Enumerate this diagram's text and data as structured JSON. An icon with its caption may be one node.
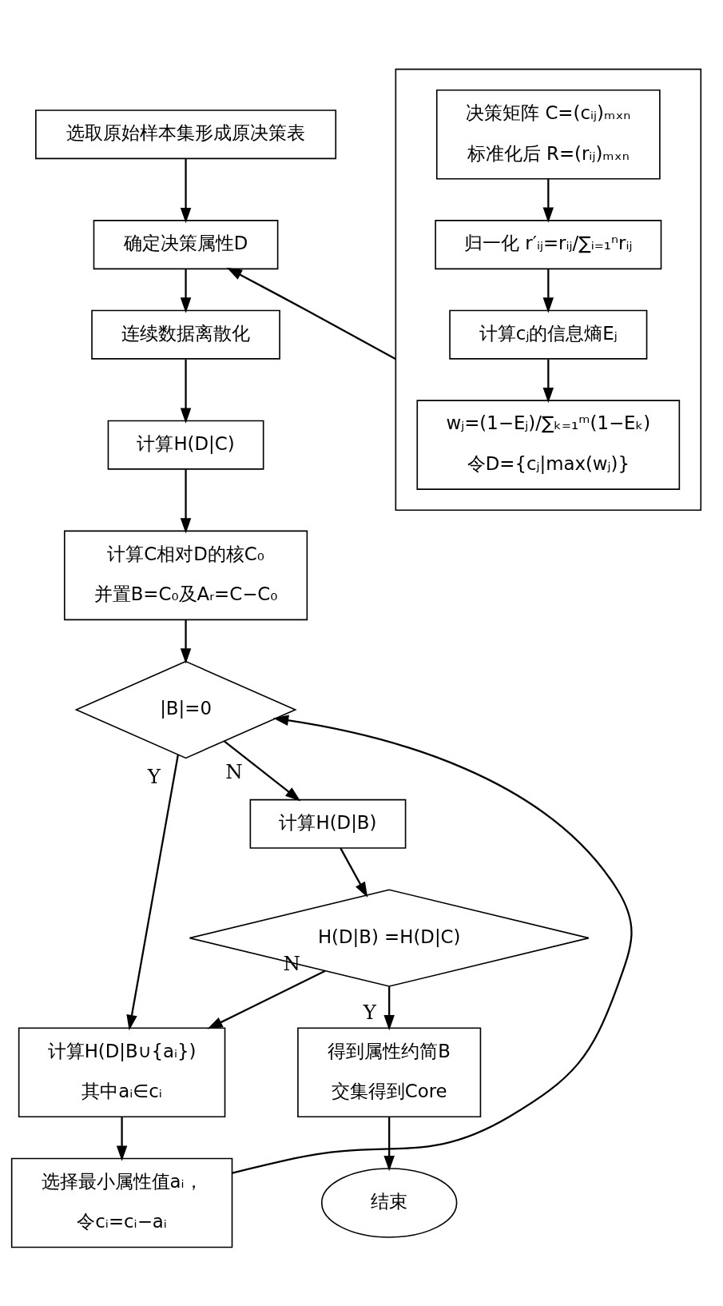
{
  "diagram": {
    "nodes": [
      {
        "text": [
          "选取原始样本集形成原决策表"
        ]
      },
      {
        "text": [
          "确定决策属性D"
        ]
      },
      {
        "text": [
          "连续数据离散化"
        ]
      },
      {
        "text": [
          "计算H(D|C)"
        ]
      },
      {
        "text": [
          "计算C相对D的核C₀",
          "并置B=C₀及Aᵣ=C−C₀"
        ]
      },
      {
        "text": [],
        "shape": "box"
      },
      {
        "text": [
          "决策矩阵 C=(cᵢⱼ)ₘₓₙ",
          "标准化后 R=(rᵢⱼ)ₘₓₙ"
        ],
        "in": 5
      },
      {
        "text": [
          "归一化 r′ᵢⱼ=rᵢⱼ/∑ᵢ₌₁ⁿrᵢⱼ"
        ],
        "in": 5
      },
      {
        "text": [
          "计算cⱼ的信息熵Eⱼ"
        ],
        "in": 5
      },
      {
        "text": [
          "wⱼ=(1−Eⱼ)/∑ₖ₌₁ᵐ(1−Eₖ)",
          "令D={cⱼ|max(wⱼ)}"
        ],
        "in": 5
      },
      {
        "text": [
          "|B|=0"
        ]
      },
      {
        "text": [
          "计算H(D|B)"
        ]
      },
      {
        "text": [
          "H(D|B) =H(D|C)"
        ]
      },
      {
        "text": [
          "计算H(D|B∪{aᵢ})",
          "其中aᵢ∈cᵢ"
        ]
      },
      {
        "text": [
          "选择最小属性值aᵢ，",
          "令cᵢ=cᵢ−aᵢ"
        ]
      },
      {
        "text": [
          "得到属性约简B",
          "交集得到Core"
        ]
      },
      {
        "text": [
          "结束"
        ]
      }
    ],
    "edges": [
      {
        "from": 0,
        "to": 1,
        "arrow": "to"
      },
      {
        "from": 5,
        "to": 1,
        "arrow": "to"
      },
      {
        "from": 1,
        "to": 2,
        "arrow": "to"
      },
      {
        "from": 2,
        "to": 3,
        "arrow": "to"
      },
      {
        "from": 3,
        "to": 4,
        "arrow": "to"
      },
      {
        "from": 4,
        "to": 10,
        "arrow": "to"
      },
      {
        "from": 6,
        "to": 7,
        "arrow": "to"
      },
      {
        "from": 7,
        "to": 8,
        "arrow": "to"
      },
      {
        "from": 8,
        "to": 9,
        "arrow": "to"
      },
      {
        "from": 10,
        "to": 11,
        "arrow": "to",
        "label": "N"
      },
      {
        "from": 10,
        "to": 13,
        "arrow": "to",
        "label": "Y"
      },
      {
        "from": 11,
        "to": 12,
        "arrow": "to"
      },
      {
        "from": 12,
        "to": 13,
        "arrow": "to",
        "label": "N"
      },
      {
        "from": 12,
        "to": 15,
        "arrow": "to",
        "label": "Y"
      },
      {
        "from": 13,
        "to": 14,
        "arrow": "to"
      },
      {
        "from": 14,
        "to": 10,
        "arrow": "to"
      },
      {
        "from": 15,
        "to": 16,
        "arrow": "to"
      }
    ]
  }
}
